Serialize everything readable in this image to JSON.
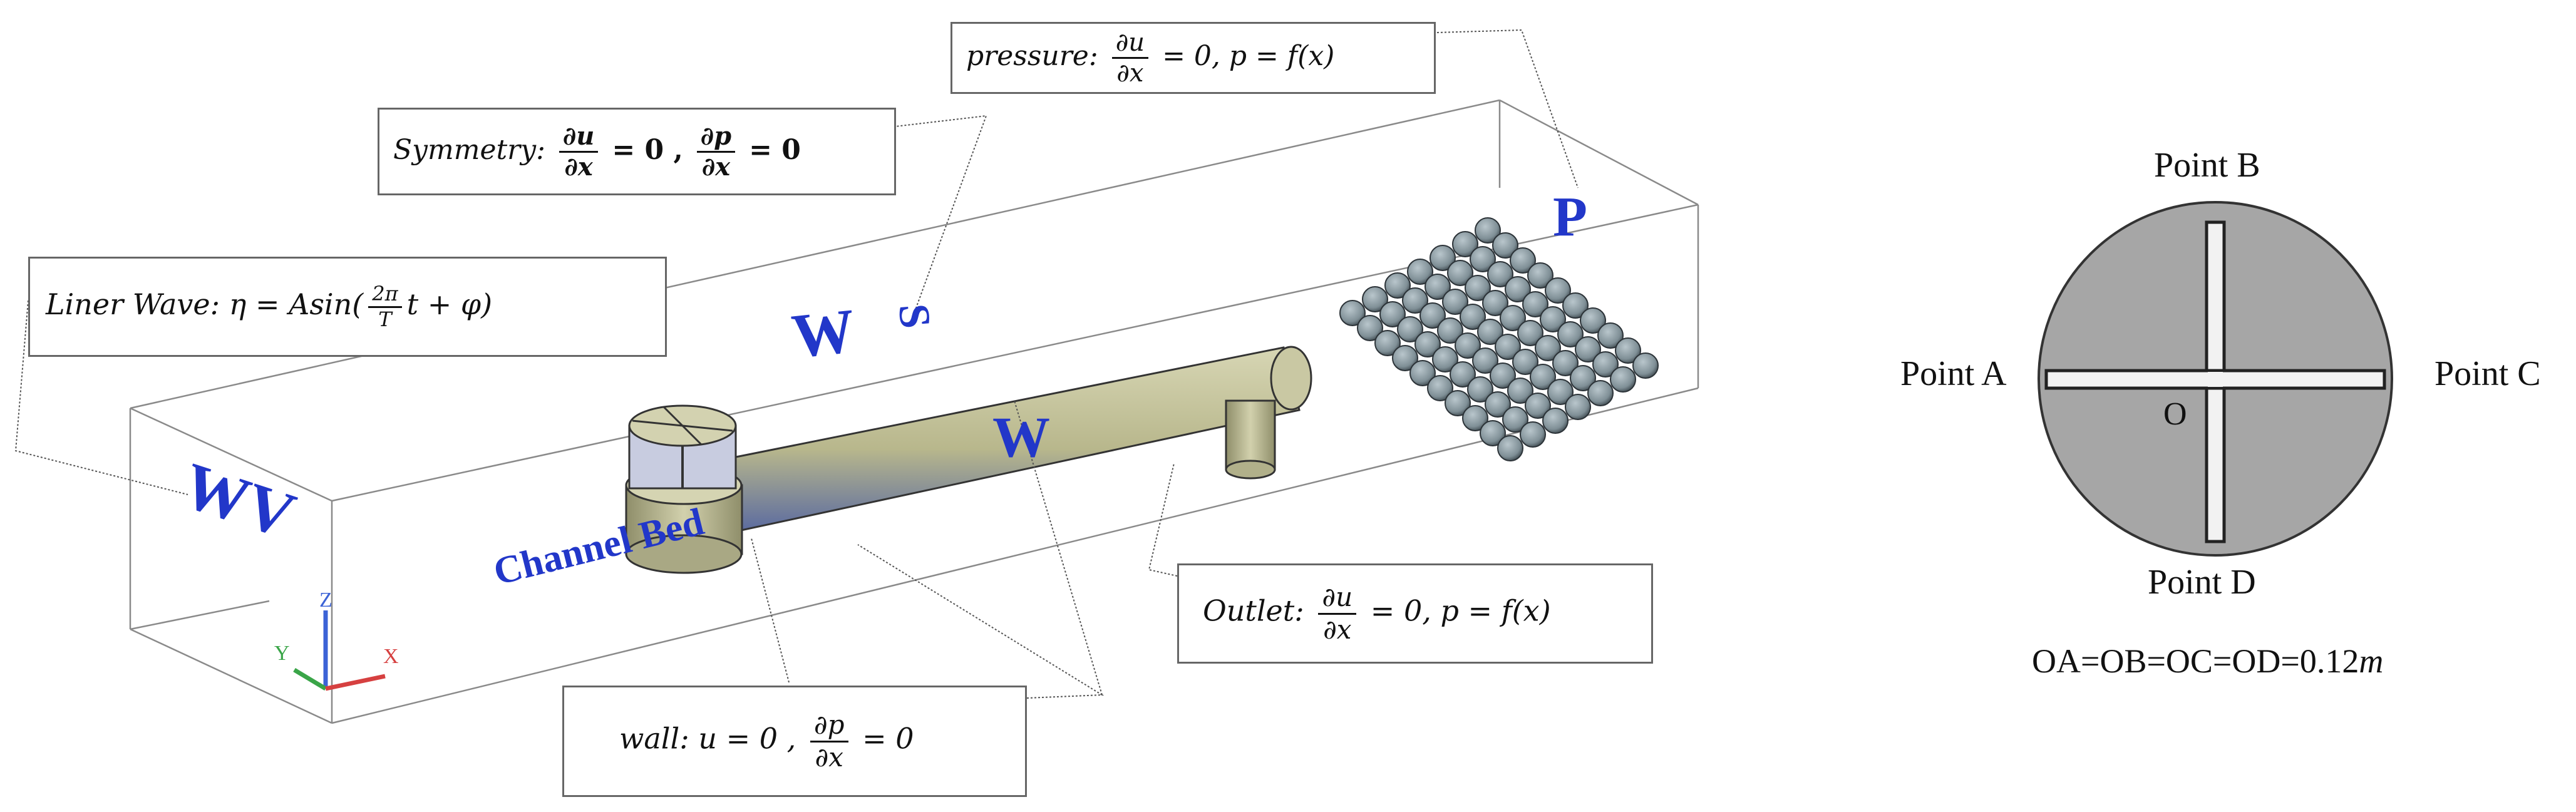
{
  "boundaries": {
    "pressure": {
      "name": "pressure",
      "eq1": "= 0, p = f(x)"
    },
    "symmetry": {
      "name": "Symmetry",
      "eq1": "= 0 ,",
      "eq2": "= 0"
    },
    "liner_wave": {
      "name": "Liner Wave",
      "eq_pre": ": η = Asin(",
      "eq_post": "t + φ)",
      "frac_num": "2π",
      "frac_den": "T"
    },
    "outlet": {
      "name": "Outlet",
      "eq1": "= 0, p = f(x)"
    },
    "wall": {
      "name": "wall",
      "eq_pre": ": u = 0 ,",
      "eq1": "= 0"
    }
  },
  "fractions": {
    "du": "∂u",
    "dp": "∂p",
    "dx": "∂x"
  },
  "model_labels": {
    "wv": "WV",
    "w_top": "W",
    "s": "S",
    "p": "P",
    "w_pipe": "W",
    "channel_bed": "Channel Bed"
  },
  "axes": {
    "z": "Z",
    "y": "Y",
    "x": "X"
  },
  "cross_section": {
    "point_a": "Point A",
    "point_b": "Point B",
    "point_c": "Point C",
    "point_d": "Point D",
    "origin": "O",
    "caption_pre": "OA=OB=OC=OD=0.12",
    "caption_unit": "m"
  },
  "colors": {
    "boundary_label": "#2237c9",
    "pipe": "#b9b88e",
    "blocks": "#8a9aa0",
    "disk": "#a6a6a6",
    "axis_x": "#d64040",
    "axis_y": "#3aa548",
    "axis_z": "#3c63d6"
  }
}
